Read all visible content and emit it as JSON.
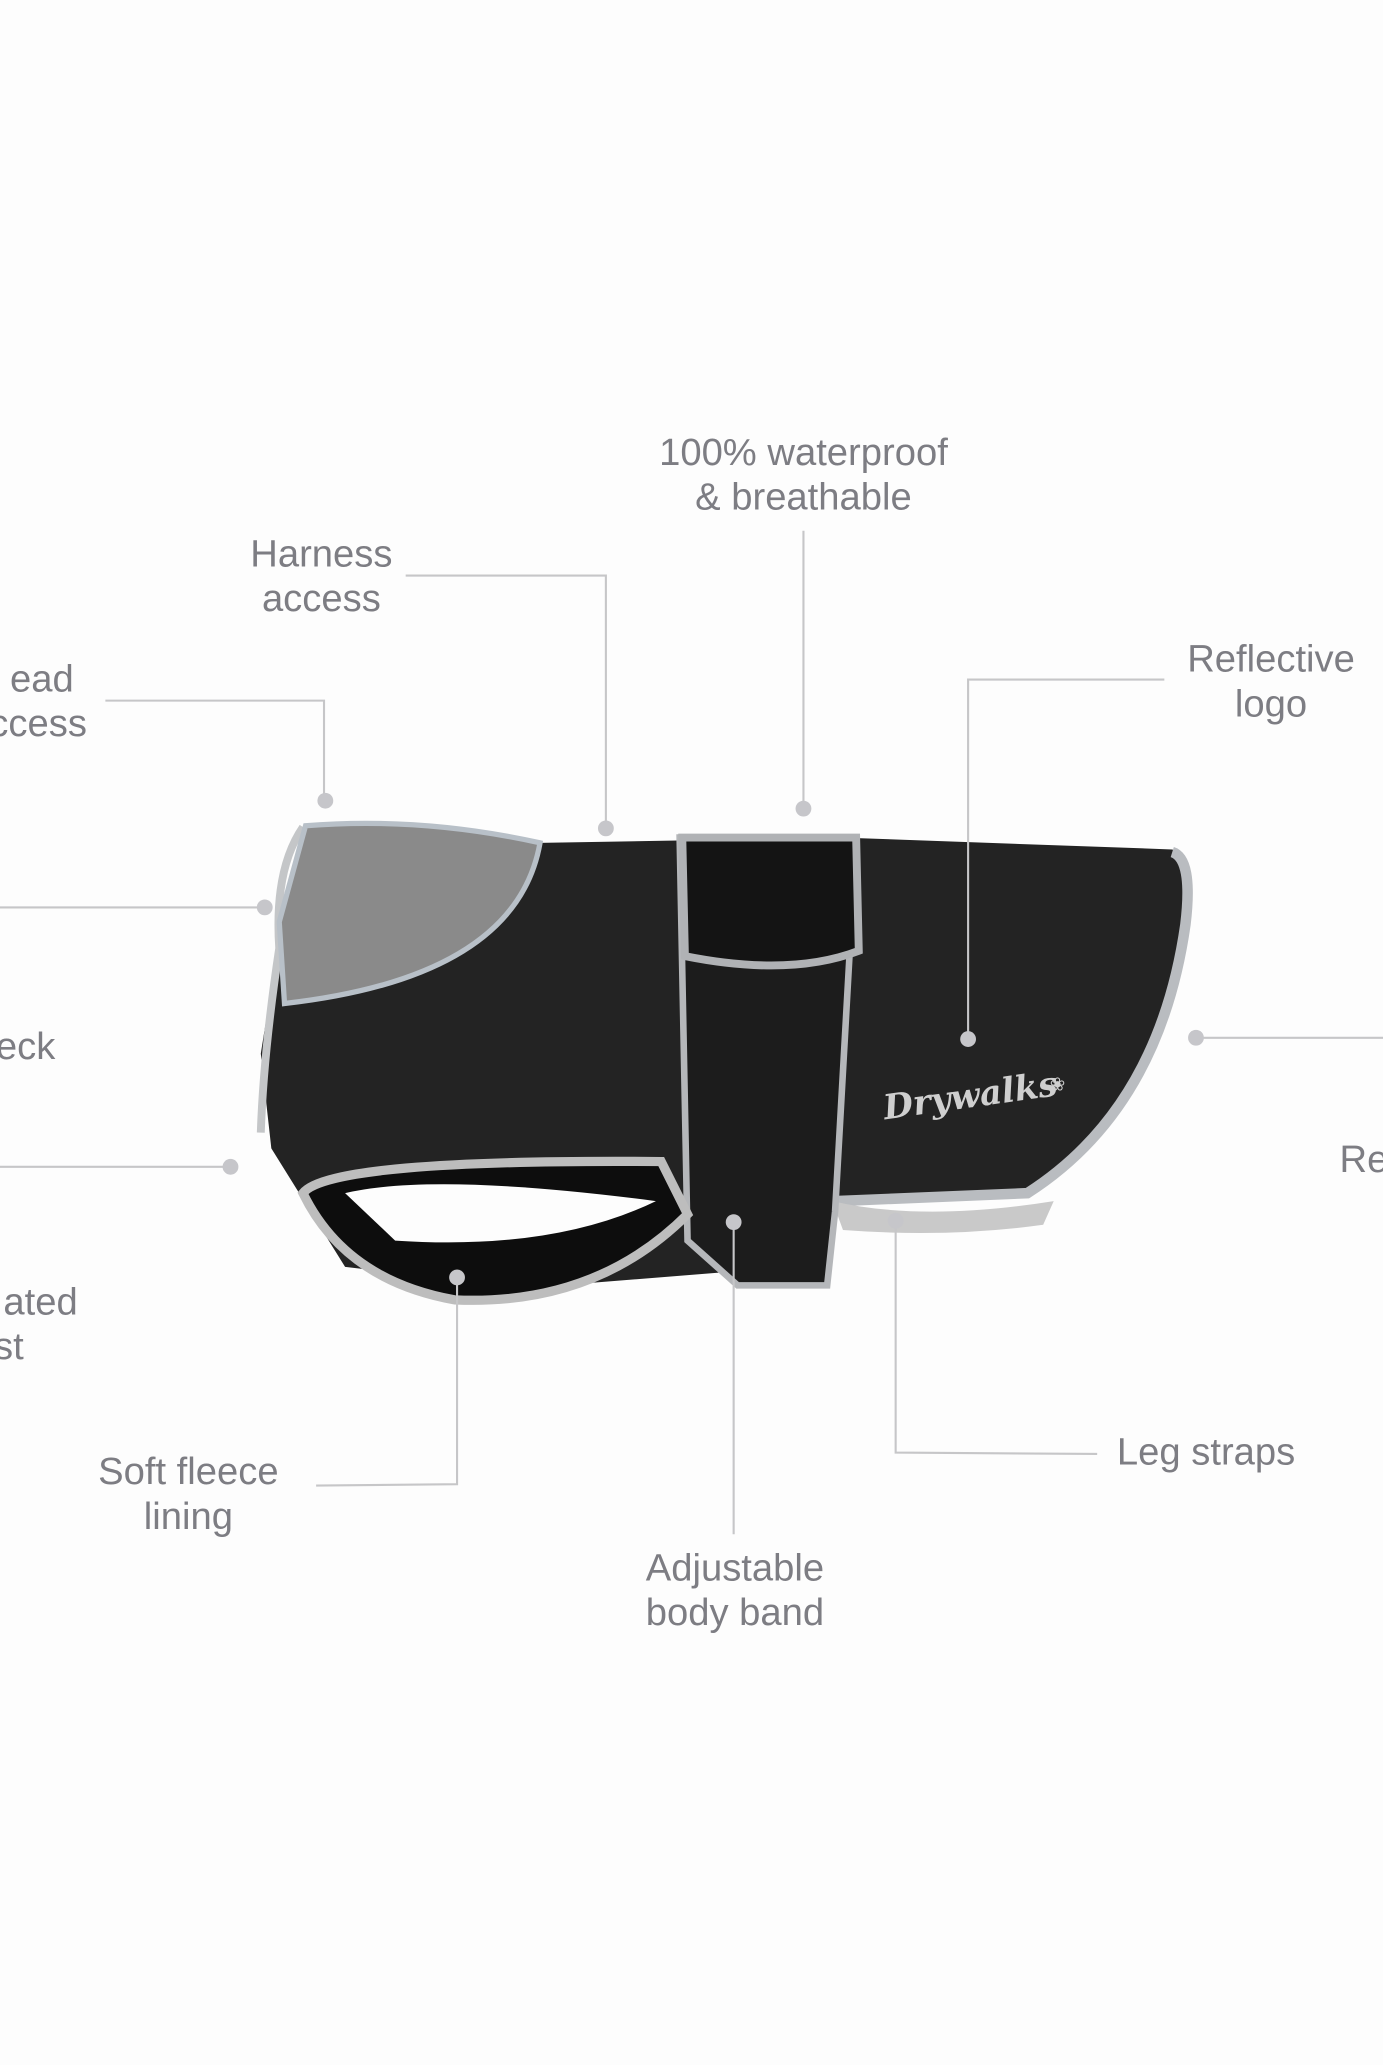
{
  "labels": {
    "waterproof": [
      "100% waterproof",
      "& breathable"
    ],
    "harness": [
      "Harness",
      "access"
    ],
    "lead": [
      "ead",
      "ccess"
    ],
    "neck": "eck",
    "chest": [
      "ated",
      "st"
    ],
    "fleece": [
      "Soft fleece",
      "lining"
    ],
    "band": [
      "Adjustable",
      "body band"
    ],
    "legstraps": "Leg straps",
    "logo": [
      "Reflective",
      "logo"
    ],
    "right_partial": "Re"
  },
  "brand_logo": "Drywalks",
  "colors": {
    "label_text": "#7d7d83",
    "leader_line": "#c6c6c8",
    "coat_black": "#232323",
    "fleece_gray": "#8a8a8a",
    "reflective_trim": "#b9bcc0"
  }
}
